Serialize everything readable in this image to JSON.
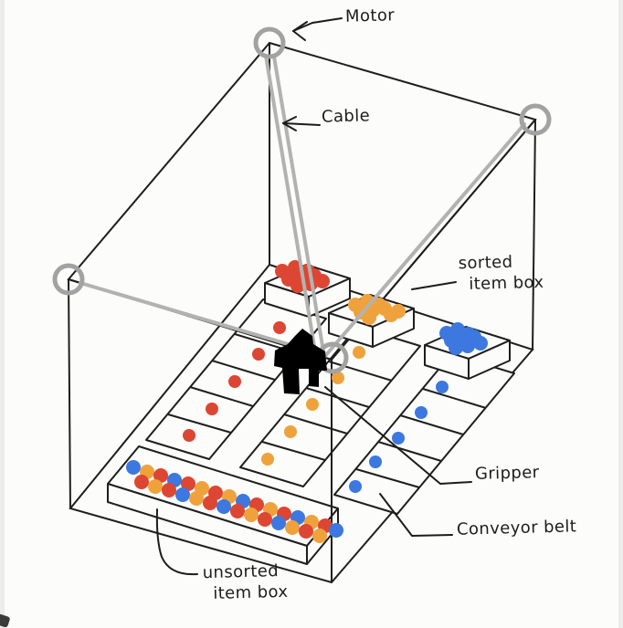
{
  "scene": {
    "labels": {
      "motor": "Motor",
      "cable": "Cable",
      "sorted_box_line1": "sorted",
      "sorted_box_line2": "item box",
      "gripper": "Gripper",
      "conveyor_belt": "Conveyor belt",
      "unsorted_box_line1": "unsorted",
      "unsorted_box_line2": "item box"
    },
    "colors": {
      "r": "#dd4632",
      "o": "#efa23c",
      "b": "#3c78e0",
      "cable": "#b2b2b2",
      "pulley": "#a2a2a2",
      "ink": "#1e1e1e"
    },
    "dots": {
      "sorted_red_box": {
        "r": 8,
        "points": [
          [
            309,
            297,
            "r"
          ],
          [
            323,
            293,
            "r"
          ],
          [
            337,
            297,
            "r"
          ],
          [
            316,
            306,
            "r"
          ],
          [
            330,
            304,
            "r"
          ],
          [
            344,
            302,
            "r"
          ],
          [
            326,
            313,
            "r"
          ],
          [
            340,
            311,
            "r"
          ],
          [
            353,
            308,
            "r"
          ]
        ]
      },
      "sorted_orange_box": {
        "r": 8,
        "points": [
          [
            389,
            334,
            "o"
          ],
          [
            402,
            330,
            "o"
          ],
          [
            415,
            334,
            "o"
          ],
          [
            395,
            342,
            "o"
          ],
          [
            408,
            340,
            "o"
          ],
          [
            421,
            338,
            "o"
          ],
          [
            428,
            345,
            "o"
          ],
          [
            436,
            341,
            "o"
          ],
          [
            404,
            348,
            "o"
          ]
        ]
      },
      "sorted_blue_box": {
        "r": 8,
        "points": [
          [
            489,
            365,
            "b"
          ],
          [
            501,
            361,
            "b"
          ],
          [
            513,
            366,
            "b"
          ],
          [
            494,
            373,
            "b"
          ],
          [
            506,
            371,
            "b"
          ],
          [
            519,
            369,
            "b"
          ],
          [
            526,
            376,
            "b"
          ],
          [
            512,
            379,
            "b"
          ],
          [
            499,
            381,
            "b"
          ]
        ]
      },
      "lane_red": {
        "r": 7,
        "points": [
          [
            207,
            477,
            "r"
          ],
          [
            232,
            448,
            "r"
          ],
          [
            257,
            418,
            "r"
          ],
          [
            283,
            388,
            "r"
          ],
          [
            306,
            359,
            "r"
          ]
        ]
      },
      "lane_orange": {
        "r": 7,
        "points": [
          [
            293,
            503,
            "o"
          ],
          [
            318,
            473,
            "o"
          ],
          [
            342,
            443,
            "o"
          ],
          [
            370,
            414,
            "o"
          ],
          [
            393,
            386,
            "o"
          ]
        ]
      },
      "lane_blue": {
        "r": 7,
        "points": [
          [
            389,
            533,
            "b"
          ],
          [
            411,
            506,
            "b"
          ],
          [
            436,
            480,
            "b"
          ],
          [
            461,
            452,
            "b"
          ],
          [
            484,
            424,
            "b"
          ]
        ]
      },
      "unsorted_box": {
        "r": 8,
        "points": [
          [
            146,
            512,
            "b"
          ],
          [
            161,
            517,
            "o"
          ],
          [
            176,
            521,
            "r"
          ],
          [
            191,
            526,
            "b"
          ],
          [
            206,
            530,
            "r"
          ],
          [
            221,
            535,
            "o"
          ],
          [
            236,
            540,
            "r"
          ],
          [
            251,
            544,
            "o"
          ],
          [
            266,
            549,
            "b"
          ],
          [
            281,
            553,
            "r"
          ],
          [
            296,
            558,
            "o"
          ],
          [
            311,
            563,
            "r"
          ],
          [
            326,
            567,
            "b"
          ],
          [
            341,
            572,
            "o"
          ],
          [
            356,
            576,
            "r"
          ],
          [
            368,
            581,
            "b"
          ],
          [
            155,
            528,
            "r"
          ],
          [
            170,
            533,
            "o"
          ],
          [
            185,
            537,
            "r"
          ],
          [
            200,
            542,
            "b"
          ],
          [
            215,
            546,
            "o"
          ],
          [
            230,
            551,
            "r"
          ],
          [
            245,
            555,
            "b"
          ],
          [
            260,
            560,
            "r"
          ],
          [
            275,
            564,
            "o"
          ],
          [
            290,
            569,
            "r"
          ],
          [
            305,
            573,
            "b"
          ],
          [
            320,
            578,
            "o"
          ],
          [
            335,
            582,
            "r"
          ],
          [
            350,
            587,
            "o"
          ]
        ]
      }
    }
  }
}
